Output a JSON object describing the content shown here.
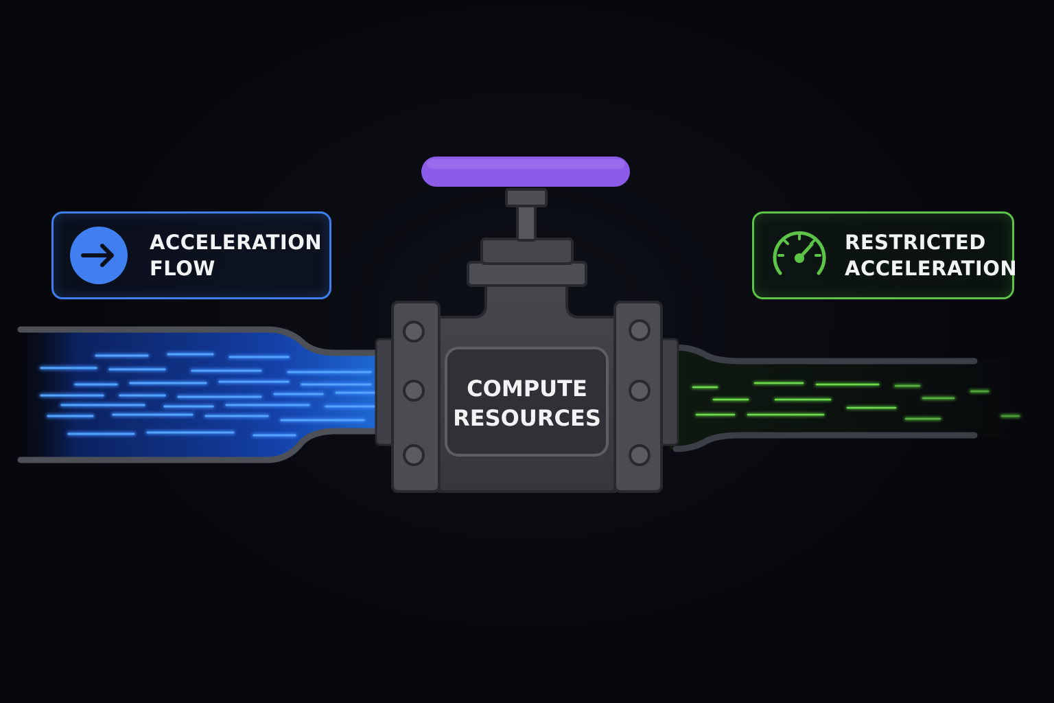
{
  "diagram": {
    "valve_label": {
      "line1": "COMPUTE",
      "line2": "RESOURCES"
    },
    "left_label": {
      "line1": "ACCELERATION",
      "line2": "FLOW",
      "icon": "arrow-right-icon"
    },
    "right_label": {
      "line1": "RESTRICTED",
      "line2": "ACCELERATION",
      "icon": "speedometer-icon"
    },
    "colors": {
      "background": "#07080d",
      "inflow": "#3f7ff0",
      "outflow": "#5cc447",
      "handle": "#8c5ce8",
      "valve_body": "#3a3c42"
    }
  }
}
